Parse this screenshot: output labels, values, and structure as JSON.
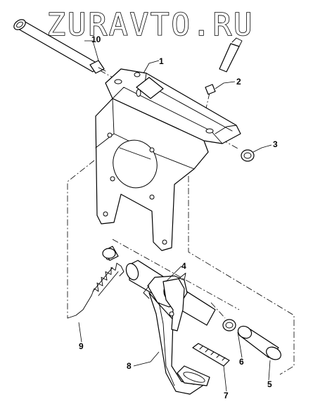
{
  "watermark": {
    "text": "ZURAVTO.RU"
  },
  "callouts": {
    "c1": "1",
    "c2": "2",
    "c3": "3",
    "c4": "4",
    "c5": "5",
    "c6": "6",
    "c7": "7",
    "c8": "8",
    "c9": "9",
    "c10": "10"
  },
  "colors": {
    "line": "#000000",
    "background": "#ffffff"
  }
}
